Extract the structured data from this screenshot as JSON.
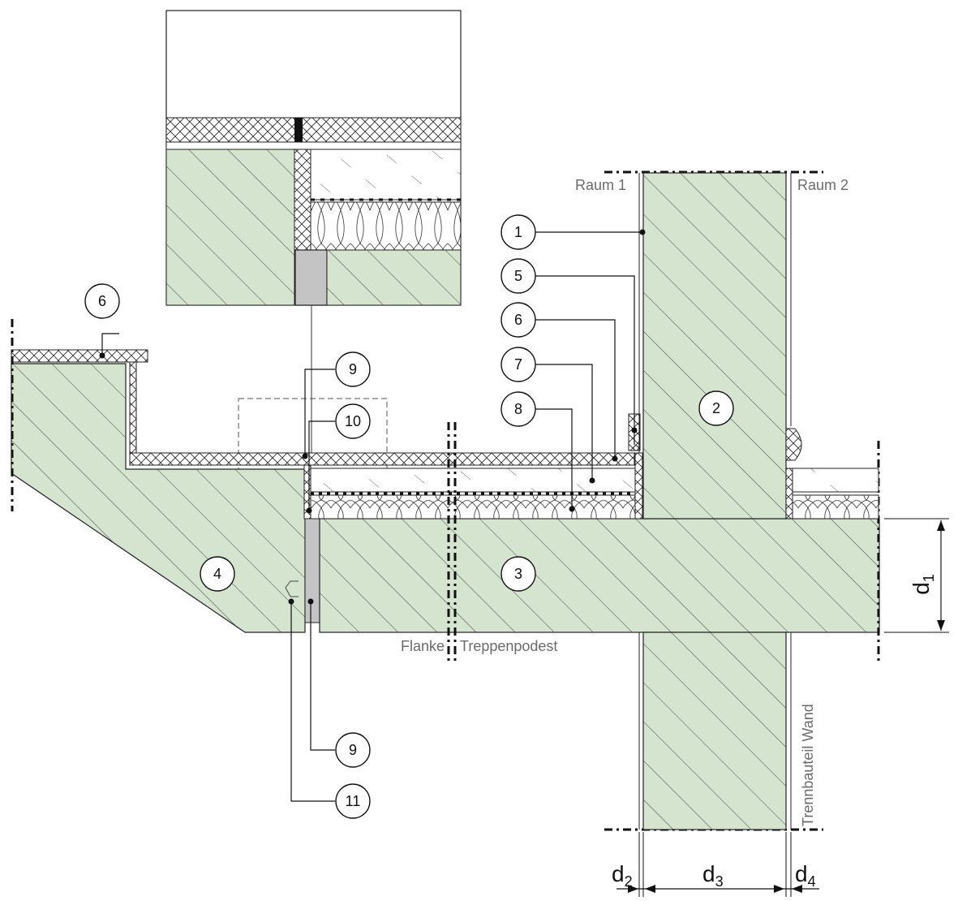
{
  "labels": {
    "room1": "Raum 1",
    "room2": "Raum 2",
    "flanke": "Flanke",
    "treppenpodest": "Treppenpodest",
    "trennbauteil": "Trennbauteil Wand"
  },
  "callouts": {
    "c1": "1",
    "c2": "2",
    "c3": "3",
    "c4": "4",
    "c5": "5",
    "c6_step": "6",
    "c6_right": "6",
    "c7": "7",
    "c8": "8",
    "c9_top": "9",
    "c9_bottom": "9",
    "c10": "10",
    "c11": "11"
  },
  "dimensions": {
    "d1": {
      "base": "d",
      "sub": "1"
    },
    "d2": {
      "base": "d",
      "sub": "2"
    },
    "d3": {
      "base": "d",
      "sub": "3"
    },
    "d4": {
      "base": "d",
      "sub": "4"
    }
  },
  "colors": {
    "concrete": "#d4e4cf",
    "bearing": "#c4c4c4",
    "line": "#1a1a1a"
  }
}
